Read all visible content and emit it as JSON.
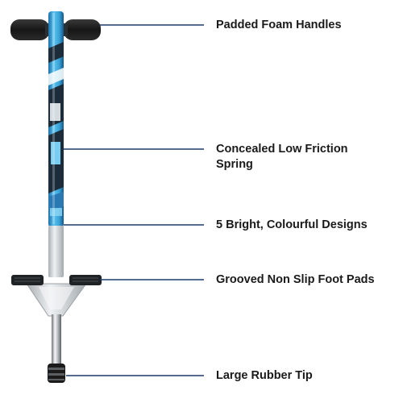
{
  "callouts": [
    {
      "id": "handles",
      "text": "Padded Foam Handles"
    },
    {
      "id": "spring",
      "lines": [
        "Concealed Low Friction",
        "Spring"
      ]
    },
    {
      "id": "designs",
      "text": "5 Bright, Colourful Designs"
    },
    {
      "id": "footpads",
      "text": "Grooved Non Slip Foot Pads"
    },
    {
      "id": "tip",
      "text": "Large Rubber Tip"
    }
  ],
  "colors": {
    "leader_line": "#1f3a6b",
    "label_text": "#1a1a1a",
    "foam_grip": "#1b1b1b",
    "shaft_blue": "#3aa3d8",
    "shaft_dark": "#1d2c3a",
    "shaft_white": "#e9eef2",
    "frame_gray": "#cfd3d6",
    "chrome": "#b8bcc0"
  }
}
